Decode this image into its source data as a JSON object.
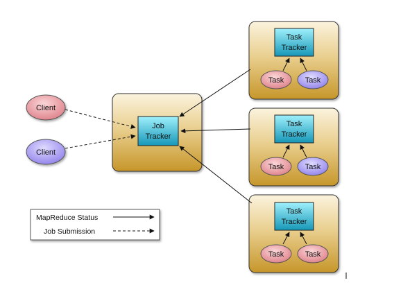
{
  "client_top": "Client",
  "client_bottom": "Client",
  "job_tracker": {
    "line1": "Job",
    "line2": "Tracker"
  },
  "task_trackers": [
    {
      "line1": "Task",
      "line2": "Tracker",
      "task_left": "Task",
      "task_right": "Task"
    },
    {
      "line1": "Task",
      "line2": "Tracker",
      "task_left": "Task",
      "task_right": "Task"
    },
    {
      "line1": "Task",
      "line2": "Tracker",
      "task_left": "Task",
      "task_right": "Task"
    }
  ],
  "legend": {
    "status_label": "MapReduce Status",
    "submission_label": "Job Submission"
  },
  "colors": {
    "server_box_top": "#fbf3de",
    "server_box_bottom": "#c99a2e",
    "tracker_top": "#8fe6f5",
    "tracker_bottom": "#1a9fc0",
    "client_red": "#e99aa3",
    "client_purple": "#a89cf2",
    "task_red": "#e89a9f",
    "task_purple": "#a99ef0"
  },
  "icons": [
    "arrow-head"
  ]
}
